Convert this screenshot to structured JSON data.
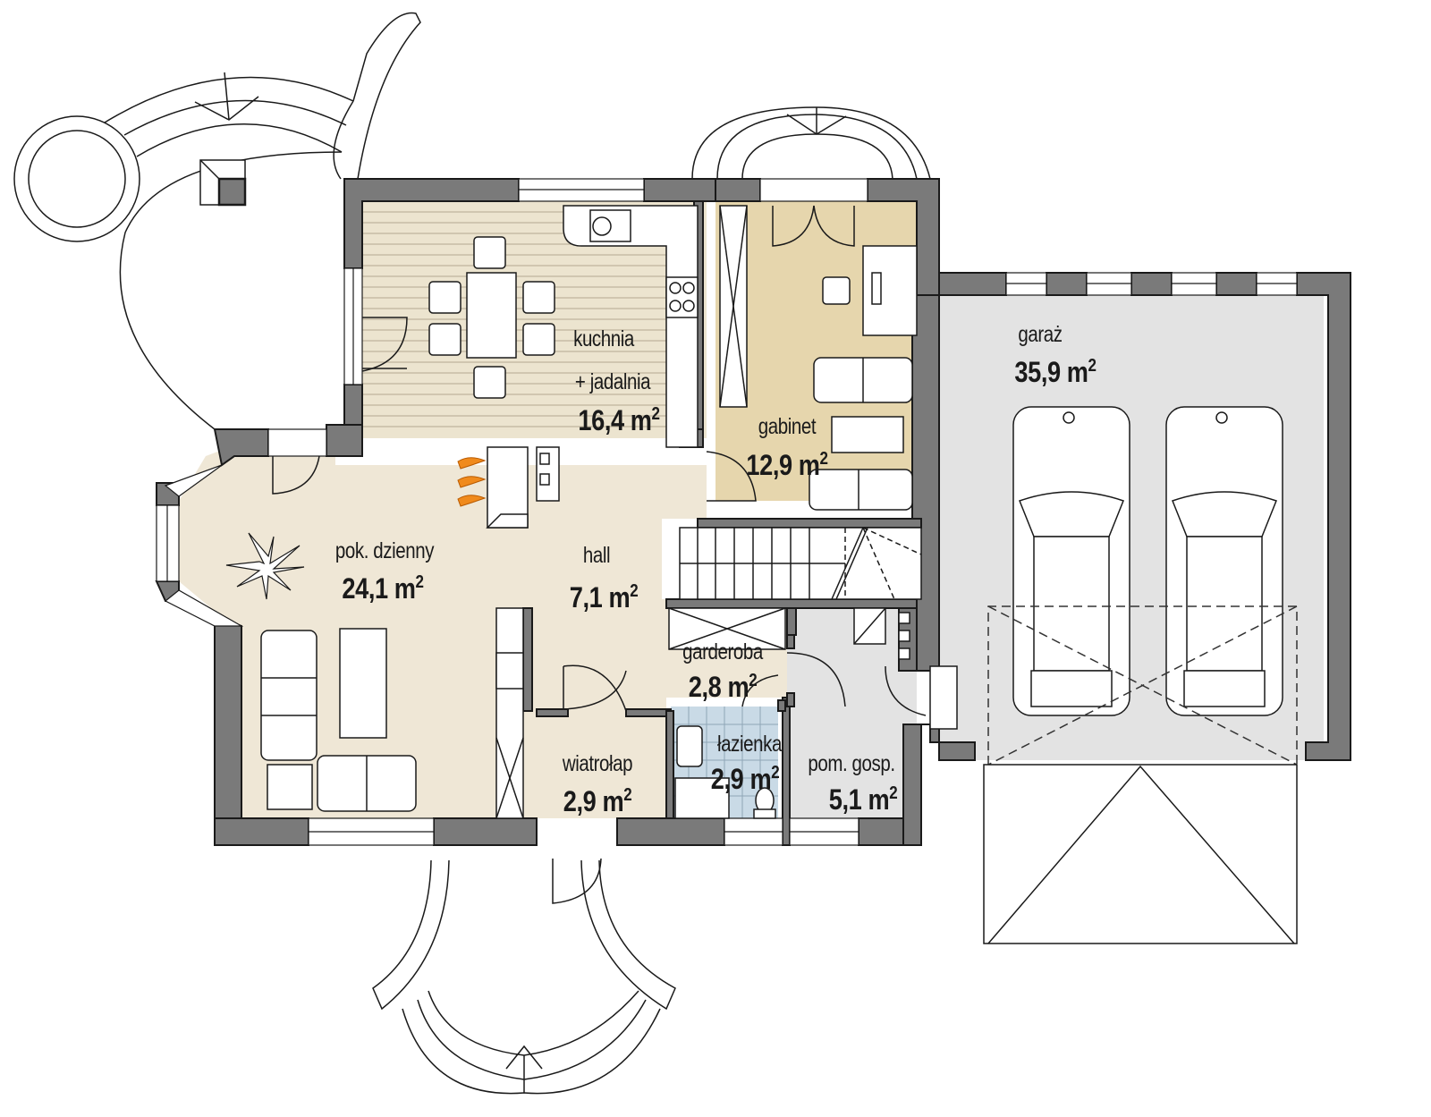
{
  "plan": {
    "unit_sup": "2",
    "colors": {
      "wall": "#7a7a7a",
      "wall_outline": "#1a1a1a",
      "day_zone": "#efe7d6",
      "kitchen": "#ece4cf",
      "study": "#e6d6ad",
      "bathroom": "#c9dae6",
      "utility": "#e3e3e3",
      "garage": "#e3e3e3",
      "fire": "#f08a1c"
    },
    "rooms": [
      {
        "id": "kitchen",
        "name": "kuchnia",
        "name2": "+ jadalnia",
        "area": "16,4 m",
        "unit": "2"
      },
      {
        "id": "study",
        "name": "gabinet",
        "area": "12,9 m",
        "unit": "2"
      },
      {
        "id": "garage",
        "name": "garaż",
        "area": "35,9 m",
        "unit": "2"
      },
      {
        "id": "living",
        "name": "pok. dzienny",
        "area": "24,1 m",
        "unit": "2"
      },
      {
        "id": "hall",
        "name": "hall",
        "area": "7,1 m",
        "unit": "2"
      },
      {
        "id": "wardrobe",
        "name": "garderoba",
        "area": "2,8 m",
        "unit": "2"
      },
      {
        "id": "bathroom",
        "name": "łazienka",
        "area": "2,9 m",
        "unit": "2"
      },
      {
        "id": "vestibule",
        "name": "wiatrołap",
        "area": "2,9 m",
        "unit": "2"
      },
      {
        "id": "utility",
        "name": "pom. gosp.",
        "area": "5,1 m",
        "unit": "2"
      }
    ]
  }
}
